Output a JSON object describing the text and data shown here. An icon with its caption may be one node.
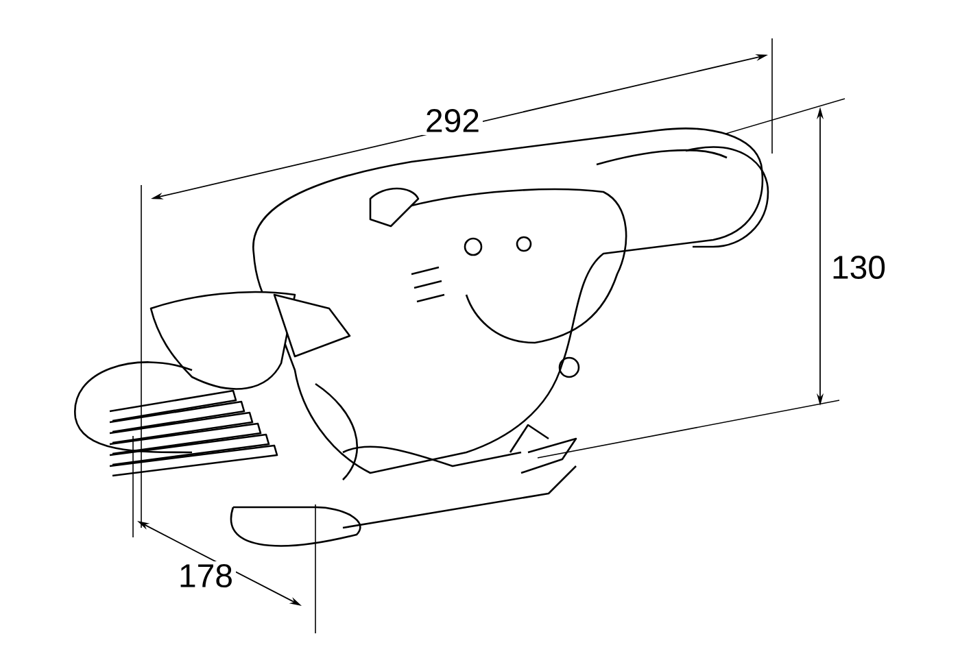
{
  "diagram": {
    "labels": [
      "292",
      "130",
      "178"
    ]
  }
}
